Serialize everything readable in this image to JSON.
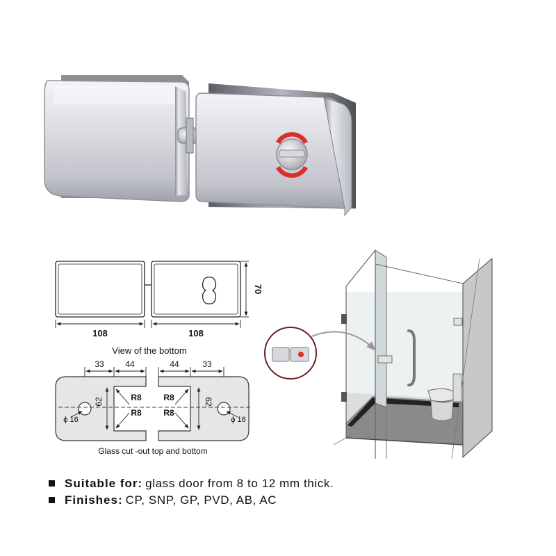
{
  "bottom_view": {
    "width_left": "108",
    "width_right": "108",
    "height": "70",
    "caption": "View of the bottom"
  },
  "glass_cutout": {
    "dim_a_left": "33",
    "dim_b_left": "44",
    "dim_b_right": "44",
    "dim_a_right": "33",
    "height_left": "62",
    "height_right": "62",
    "hole_left": "ϕ 16",
    "hole_right": "ϕ 16",
    "radius_tl": "R8",
    "radius_tr": "R8",
    "radius_bl": "R8",
    "radius_br": "R8",
    "caption": "Glass cut -out top and bottom"
  },
  "specs": [
    {
      "label": "Suitable for:",
      "value": "glass door from 8 to 12 mm thick."
    },
    {
      "label": "Finishes:",
      "value": "CP, SNP, GP, PVD, AB, AC"
    }
  ],
  "colors": {
    "chrome_light": "#f2f2f5",
    "chrome_mid": "#c9cad2",
    "chrome_dark": "#7d7f88",
    "indicator_red": "#d9302a",
    "glass": "#dfe9ea",
    "wall": "#c8c8c8",
    "floor": "#8a8a8a"
  }
}
